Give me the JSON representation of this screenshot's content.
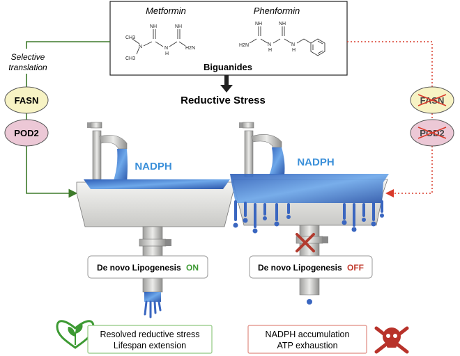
{
  "header_box": {
    "metformin_label": "Metformin",
    "phenformin_label": "Phenformin",
    "biguanides_label": "Biguanides",
    "metformin_atoms": [
      "CH3",
      "N",
      "CH3",
      "NH",
      "N",
      "H",
      "NH",
      "H2N"
    ],
    "phenformin_atoms": [
      "NH",
      "NH",
      "H2N",
      "N",
      "H",
      "N",
      "H"
    ]
  },
  "reductive_stress_label": "Reductive Stress",
  "left_pathway": {
    "caption_line1": "Selective",
    "caption_line2": "translation",
    "fasn_label": "FASN",
    "pod2_label": "POD2",
    "color": "#3d7a2a"
  },
  "right_pathway": {
    "fasn_label": "FASN",
    "pod2_label": "POD2",
    "color": "#d93a2a"
  },
  "left_sink": {
    "nadph_label": "NADPH",
    "lipogenesis_prefix": "De novo Lipogenesis",
    "lipogenesis_status": "ON",
    "status_color": "#3d9a33"
  },
  "right_sink": {
    "nadph_label": "NADPH",
    "lipogenesis_prefix": "De novo Lipogenesis",
    "lipogenesis_status": "OFF",
    "status_color": "#c0392b"
  },
  "outcome_good": {
    "line1": "Resolved reductive stress",
    "line2": "Lifespan extension",
    "icon": "heart-plant-icon"
  },
  "outcome_bad": {
    "line1": "NADPH accumulation",
    "line2": "ATP exhaustion",
    "icon": "skull-crossbones-icon"
  },
  "colors": {
    "fasn_fill": "#f7f3c4",
    "pod2_fill": "#ecc8d6",
    "water": "#4d86d8",
    "nadph_text": "#3a8fd9"
  }
}
